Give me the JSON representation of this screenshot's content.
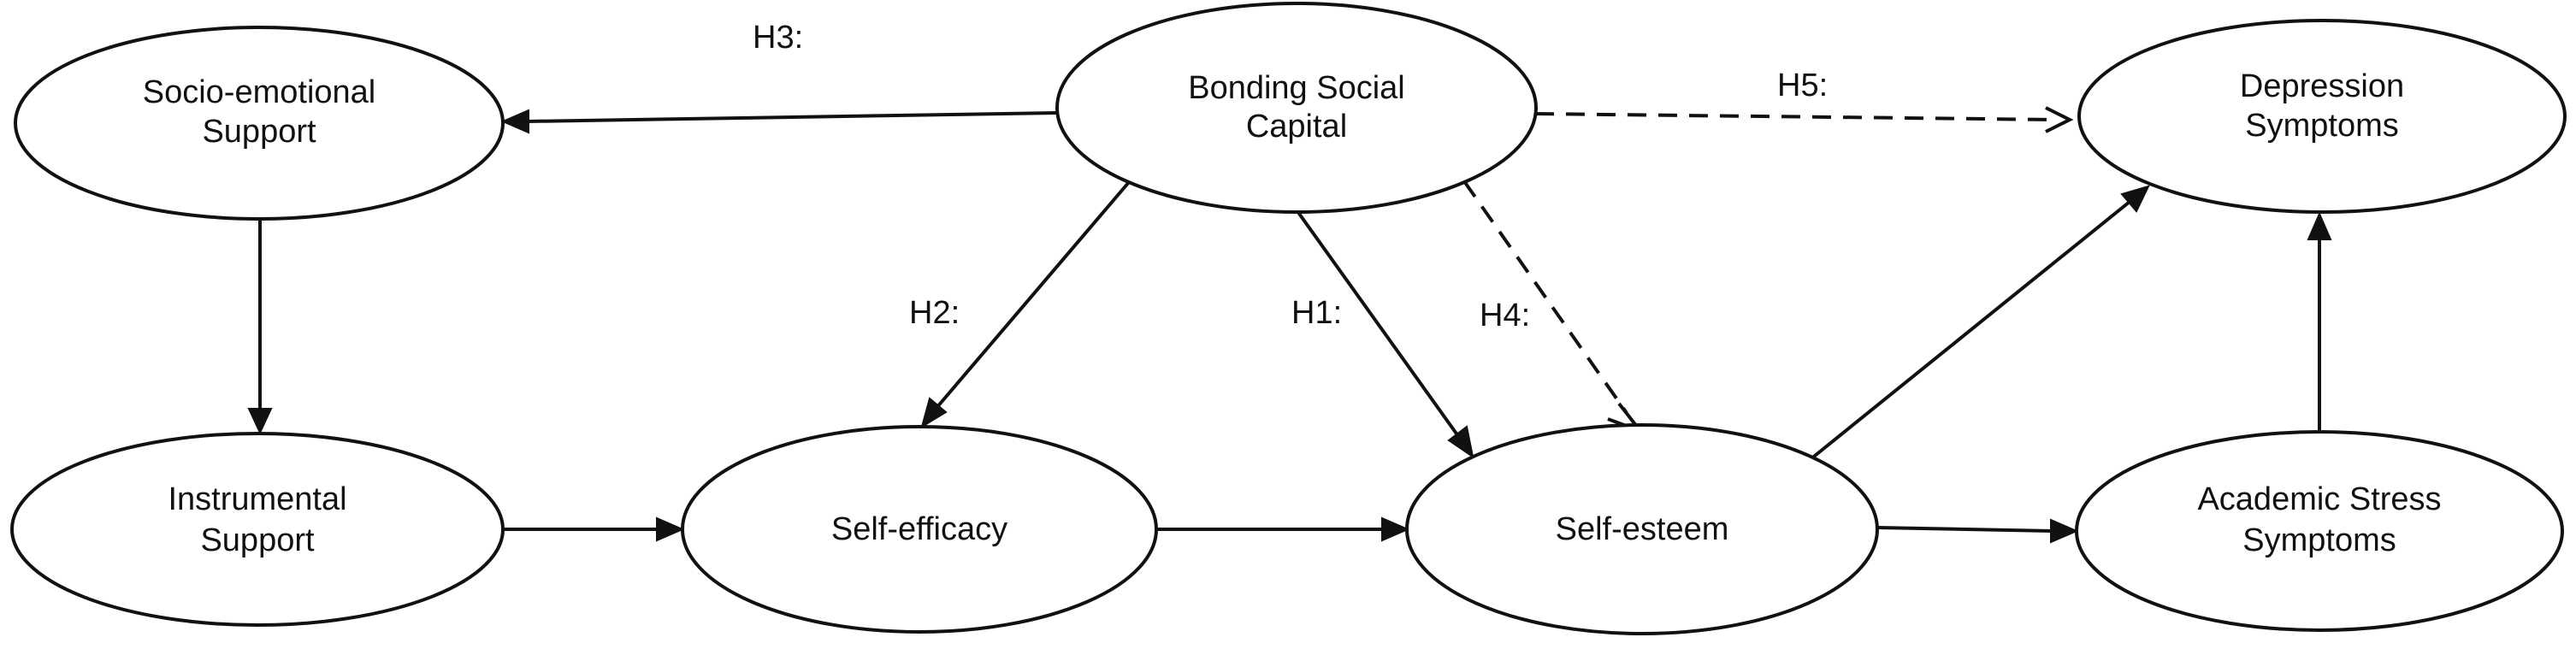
{
  "nodes": {
    "bonding": [
      "Bonding Social",
      "Capital"
    ],
    "socio": [
      "Socio-emotional",
      "Support"
    ],
    "depression": [
      "Depression",
      "Symptoms"
    ],
    "instrumental": [
      "Instrumental",
      "Support"
    ],
    "selfefficacy": [
      "Self-efficacy"
    ],
    "selfesteem": [
      "Self-esteem"
    ],
    "academic": [
      "Academic Stress",
      "Symptoms"
    ]
  },
  "edges": [
    {
      "id": "bonding-socio",
      "label": "H3:",
      "style": "solid"
    },
    {
      "id": "bonding-depression",
      "label": "H5:",
      "style": "dashed"
    },
    {
      "id": "bonding-selfefficacy",
      "label": "H2:",
      "style": "solid"
    },
    {
      "id": "bonding-selfesteem-h1",
      "label": "H1:",
      "style": "solid"
    },
    {
      "id": "bonding-selfesteem-h4",
      "label": "H4:",
      "style": "dashed"
    },
    {
      "id": "socio-instrumental",
      "label": "",
      "style": "solid"
    },
    {
      "id": "instrumental-selfefficacy",
      "label": "",
      "style": "solid"
    },
    {
      "id": "selfefficacy-selfesteem",
      "label": "",
      "style": "solid"
    },
    {
      "id": "selfesteem-academic",
      "label": "",
      "style": "solid"
    },
    {
      "id": "selfesteem-depression",
      "label": "",
      "style": "solid"
    },
    {
      "id": "academic-depression",
      "label": "",
      "style": "solid"
    }
  ]
}
